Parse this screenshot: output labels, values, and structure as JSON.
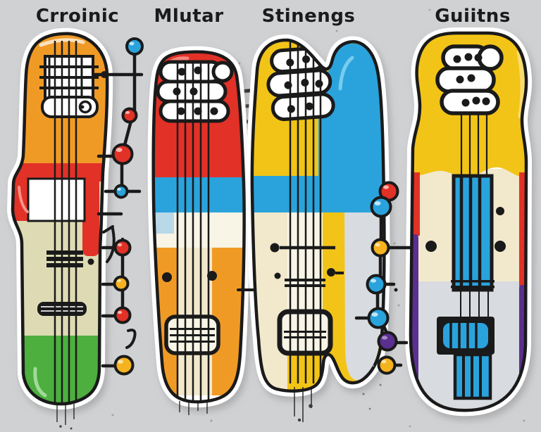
{
  "labels": {
    "col1": "Crroinic",
    "col2": "Mlutar",
    "col3": "Stinengs",
    "col4": "Guiitns"
  },
  "colors": {
    "background": "#d0d1d3",
    "outline": "#1a1a1a",
    "sticker_white": "#ffffff",
    "orange": "#f09a26",
    "red": "#e23127",
    "blue": "#2aa3dc",
    "light_blue": "#b9d8e8",
    "yellow": "#f2c417",
    "gold": "#f4b31f",
    "green": "#4caf3e",
    "khaki": "#dedbb4",
    "cream": "#f2e8cc",
    "pale": "#f8f4e6",
    "silver": "#d8dbdf",
    "purple": "#5b2f90",
    "white": "#ffffff",
    "ink": "#1a1a1a",
    "speckle": "#909194"
  },
  "decor": {
    "left_peg_colors": [
      "blue",
      "red",
      "red",
      "blue",
      "red",
      "gold",
      "red",
      "gold"
    ],
    "right_peg_colors": [
      "red",
      "blue",
      "gold",
      "blue",
      "blue",
      "purple",
      "gold"
    ]
  }
}
